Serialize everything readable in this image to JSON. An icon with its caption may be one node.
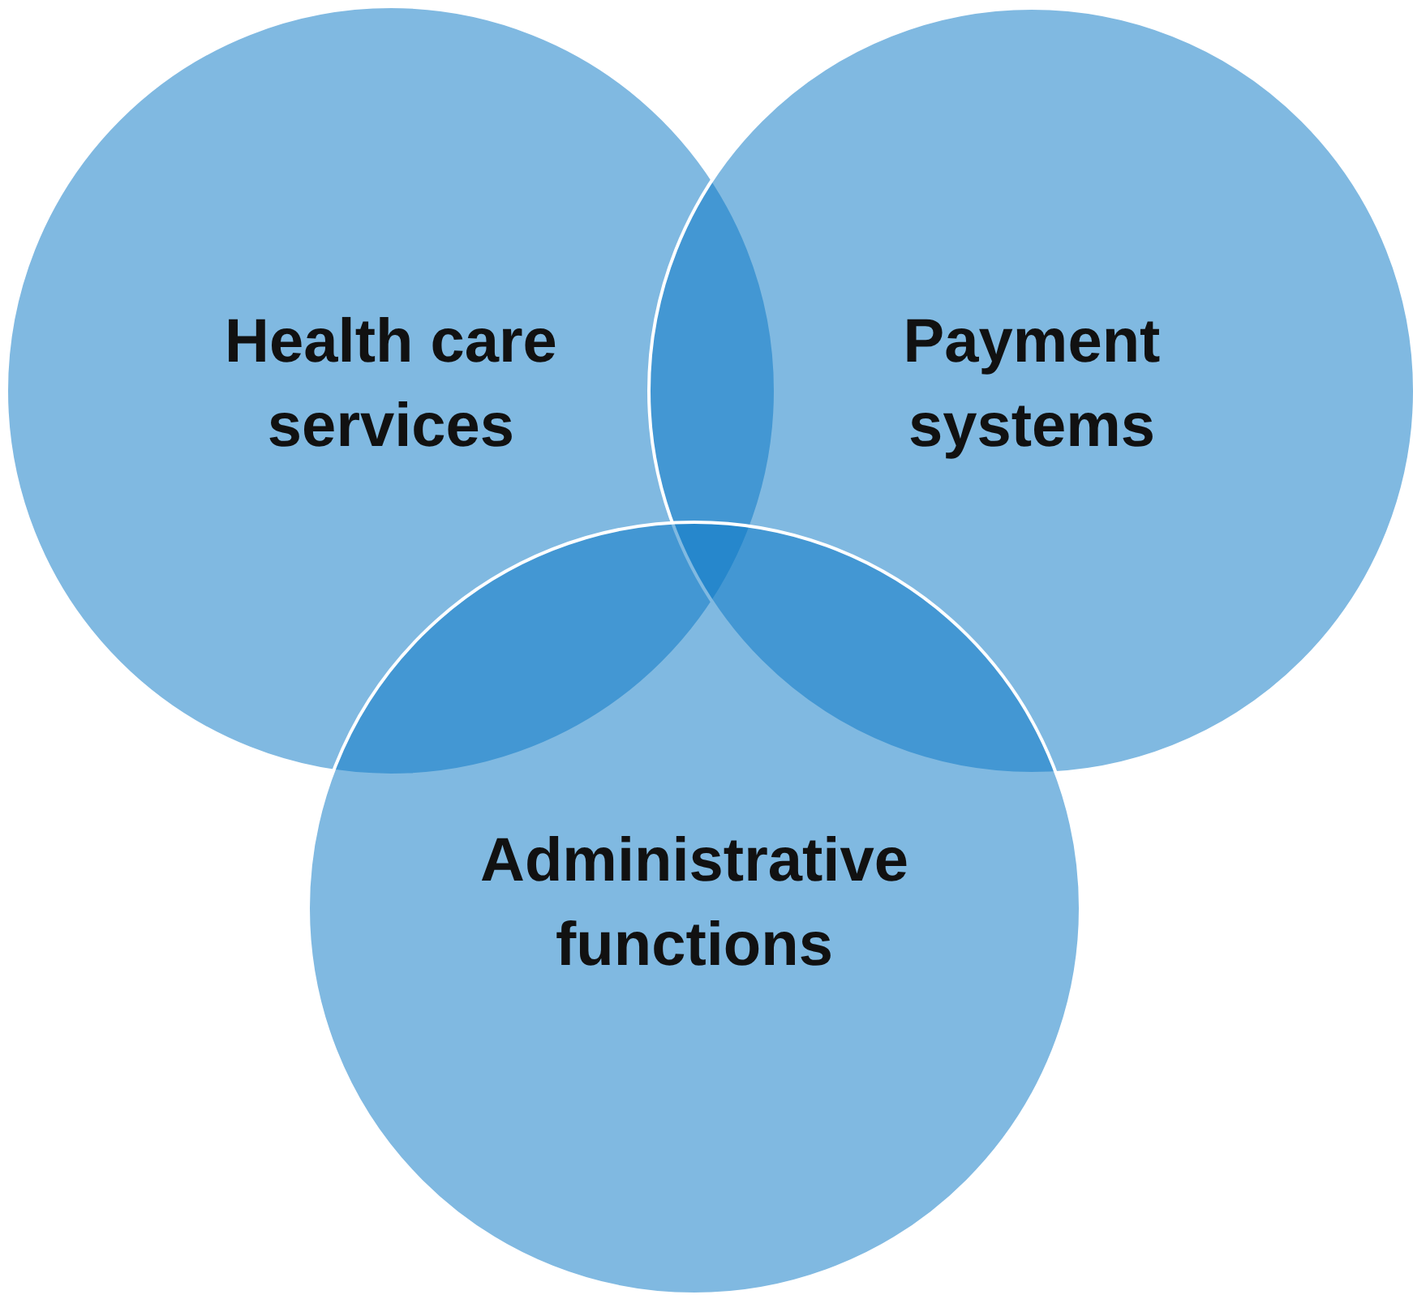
{
  "diagram": {
    "nodes": [
      {
        "text": [
          "Health care services"
        ]
      },
      {
        "text": [
          "Payment systems"
        ]
      },
      {
        "text": [
          "Administrative functions"
        ]
      }
    ]
  }
}
